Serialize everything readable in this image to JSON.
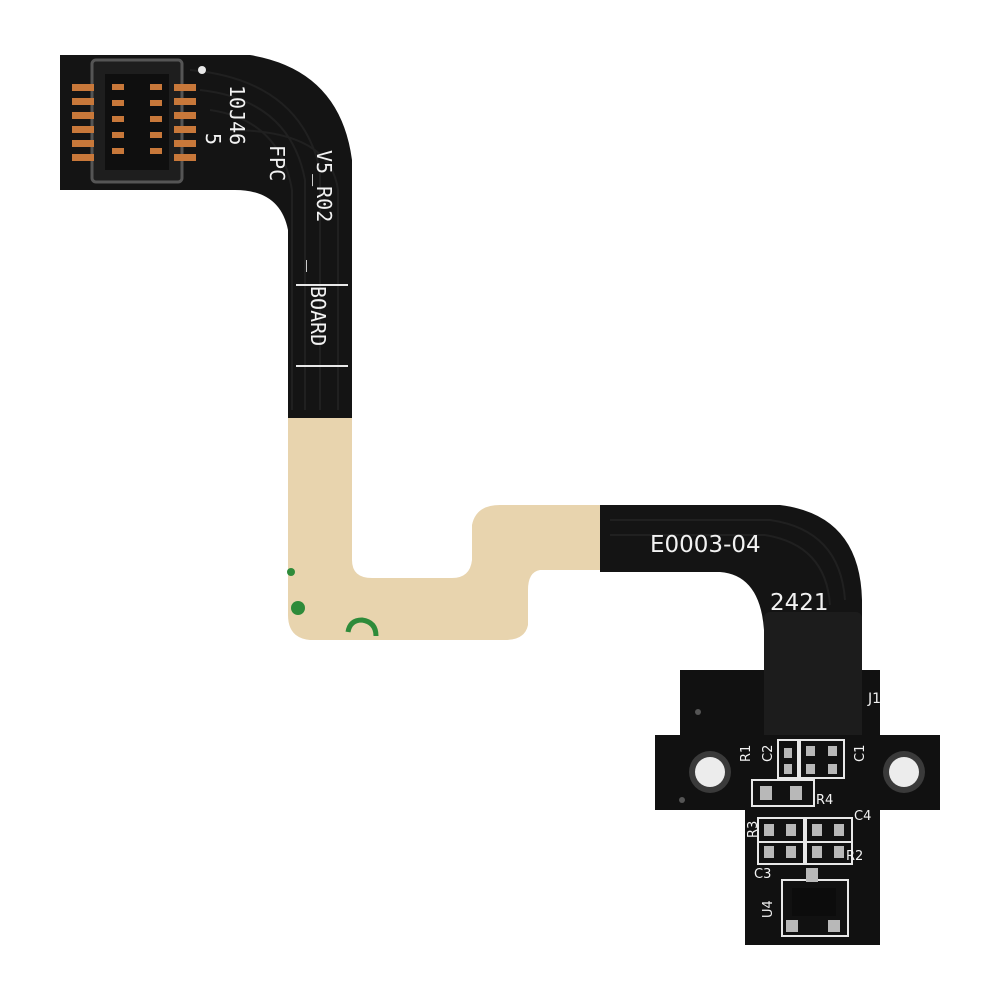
{
  "colors": {
    "background": "#ffffff",
    "flex_black": "#141414",
    "board_black": "#111111",
    "tape_tan": "#e8d4ae",
    "silkscreen": "#f2f2f2",
    "copper": "#c8783a",
    "stiffener_black": "#1c1c1c",
    "solder_pad": "#b8b8b8",
    "green_ink": "#2e8b3a"
  },
  "connector_label": {
    "line1": "10J46",
    "line2": "5",
    "line3": "FPC"
  },
  "board_label": {
    "prefix": "BOARD",
    "sep": "_",
    "version": "V5_R02"
  },
  "part_number": "E0003-04",
  "date_code": "2421",
  "components": {
    "j1": "J1",
    "r1": "R1",
    "c2": "C2",
    "c1": "C1",
    "r4": "R4",
    "r3": "R3",
    "c4": "C4",
    "r2": "R2",
    "c3": "C3",
    "u4": "U4"
  }
}
